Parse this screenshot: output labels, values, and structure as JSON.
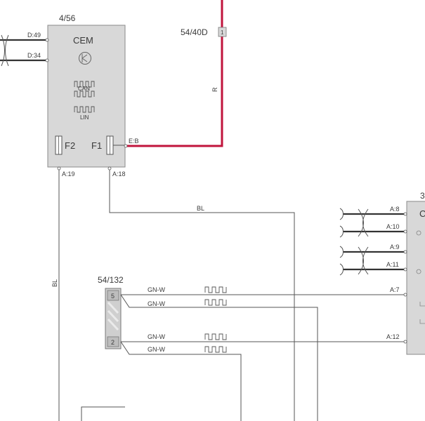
{
  "colors": {
    "power_wire": "#c0143c",
    "wire": "#555555",
    "module_fill": "#d8d8d8",
    "module_border": "#8a8a8a"
  },
  "cem": {
    "position_ref": "4/56",
    "name": "CEM",
    "icon": "network-node-icon",
    "bus_can": "CAN",
    "bus_lin": "LIN",
    "fuse_left": "F2",
    "fuse_right": "F1",
    "pins": {
      "d49": "D:49",
      "d34": "D:34",
      "eb": "E:B",
      "a19": "A:19",
      "a18": "A:18"
    }
  },
  "power_feed": {
    "connector_ref": "54/40D",
    "pin": "1",
    "wire_color": "R"
  },
  "wires": {
    "bl_horizontal": "BL",
    "bl_vertical": "BL",
    "gn_w": [
      "GN-W",
      "GN-W",
      "GN-W",
      "GN-W"
    ]
  },
  "connector_54_132": {
    "ref": "54/132",
    "pin_top": "5",
    "pin_bottom": "2"
  },
  "right_module": {
    "ref_partial": "3",
    "label_partial": "C",
    "pins": [
      "A:8",
      "A:10",
      "A:9",
      "A:11",
      "A:7",
      "A:12"
    ]
  }
}
